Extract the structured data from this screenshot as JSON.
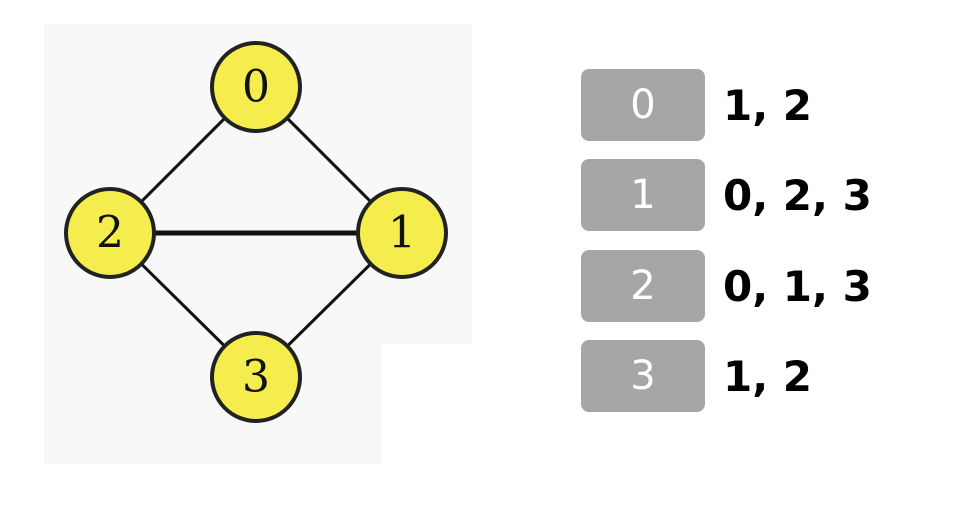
{
  "graph": {
    "nodes": [
      {
        "id": "0",
        "label": "0"
      },
      {
        "id": "1",
        "label": "1"
      },
      {
        "id": "2",
        "label": "2"
      },
      {
        "id": "3",
        "label": "3"
      }
    ],
    "edges": [
      [
        "0",
        "1"
      ],
      [
        "0",
        "2"
      ],
      [
        "1",
        "2"
      ],
      [
        "1",
        "3"
      ],
      [
        "2",
        "3"
      ]
    ],
    "node_fill": "#f5ec4e",
    "node_stroke": "#222222",
    "edge_color": "#111111"
  },
  "adjacency_list": {
    "rows": [
      {
        "vertex": "0",
        "neighbors": "1, 2"
      },
      {
        "vertex": "1",
        "neighbors": "0, 2, 3"
      },
      {
        "vertex": "2",
        "neighbors": "0, 1, 3"
      },
      {
        "vertex": "3",
        "neighbors": "1, 2"
      }
    ],
    "key_color": "#a6a6a6"
  }
}
